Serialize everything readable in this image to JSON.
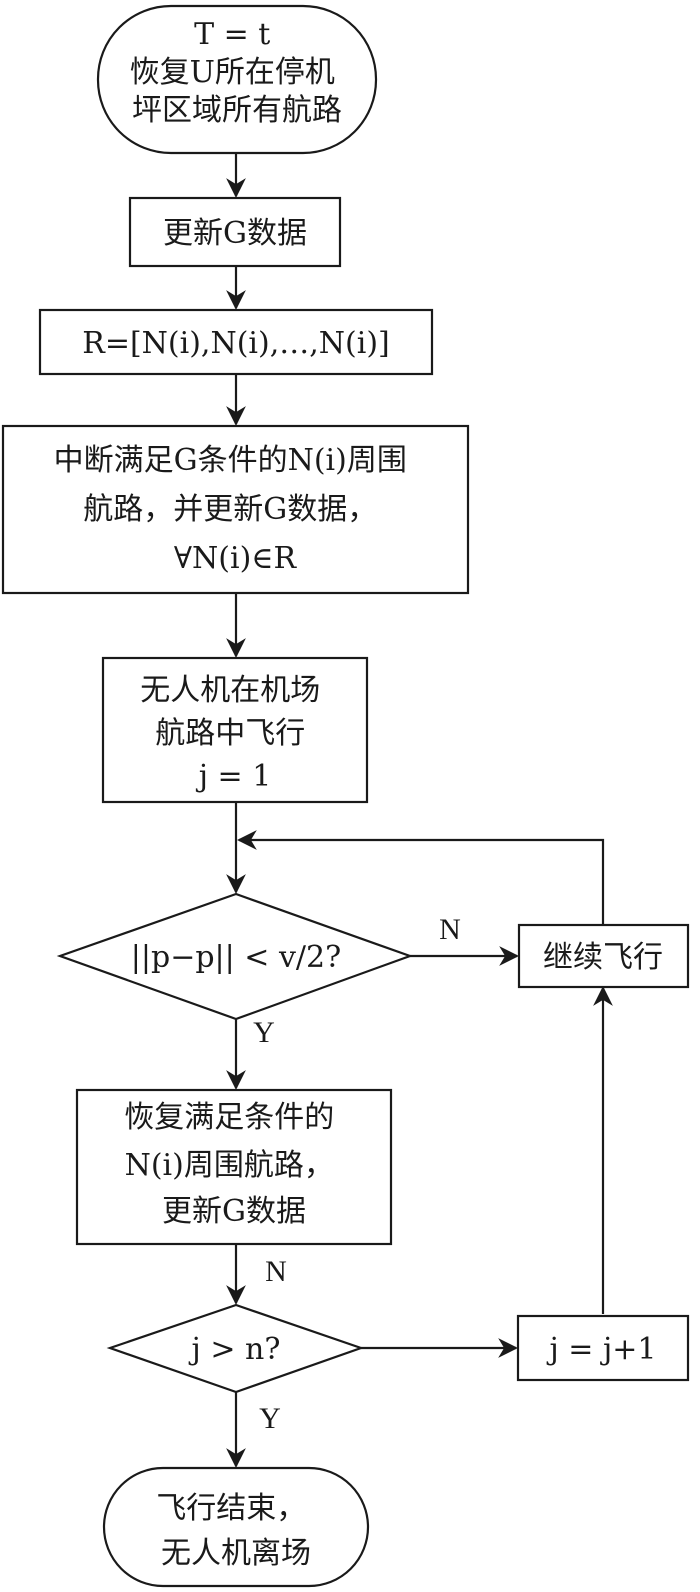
{
  "diagram": {
    "start": {
      "lines": [
        "T = t",
        "恢复U所在停机",
        "坪区域所有航路"
      ]
    },
    "update_gf": {
      "lines": [
        "更新G数据"
      ]
    },
    "rnk_list": {
      "lines": [
        "R=[N(i),N(i),…,N(i)]"
      ]
    },
    "interrupt": {
      "lines": [
        "中断满足G条件的N(i)周围",
        "航路，并更新G数据，",
        "∀N(i)∈R"
      ]
    },
    "uav_fly": {
      "lines": [
        "无人机在机场",
        "航路中飞行",
        "j = 1"
      ]
    },
    "decision_dist": {
      "lines": [
        "||p−p|| < v/2?"
      ]
    },
    "continue_fly": {
      "lines": [
        "继续飞行"
      ]
    },
    "restore": {
      "lines": [
        "恢复满足条件的",
        "N(i)周围航路，",
        "更新G数据"
      ]
    },
    "decision_j": {
      "lines": [
        "j > n?"
      ]
    },
    "increment": {
      "lines": [
        "j = j+1"
      ]
    },
    "end": {
      "lines": [
        "飞行结束，",
        "无人机离场"
      ]
    },
    "edge_labels": {
      "n1": "N",
      "y1": "Y",
      "n2": "N",
      "y2": "Y"
    }
  }
}
